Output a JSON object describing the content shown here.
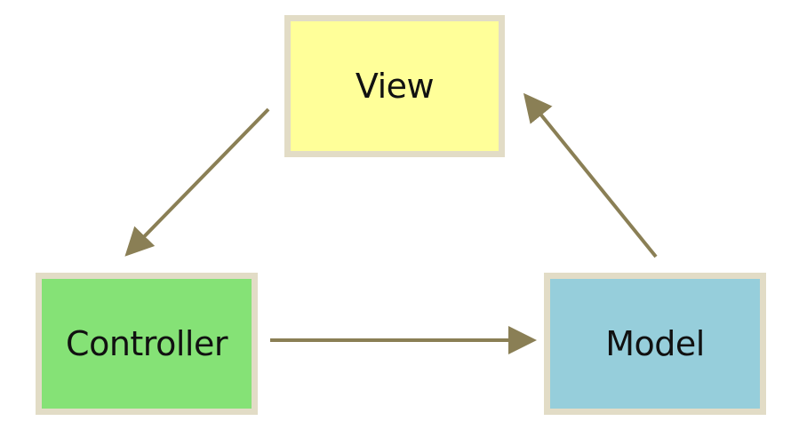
{
  "diagram": {
    "nodes": {
      "view": {
        "label": "View",
        "fill": "#ffff99"
      },
      "controller": {
        "label": "Controller",
        "fill": "#85e276"
      },
      "model": {
        "label": "Model",
        "fill": "#96cedb"
      }
    },
    "edges": [
      {
        "from": "view",
        "to": "controller"
      },
      {
        "from": "controller",
        "to": "model"
      },
      {
        "from": "model",
        "to": "view"
      }
    ],
    "colors": {
      "border": "#e2dcc6",
      "arrow": "#8a7f55"
    }
  }
}
